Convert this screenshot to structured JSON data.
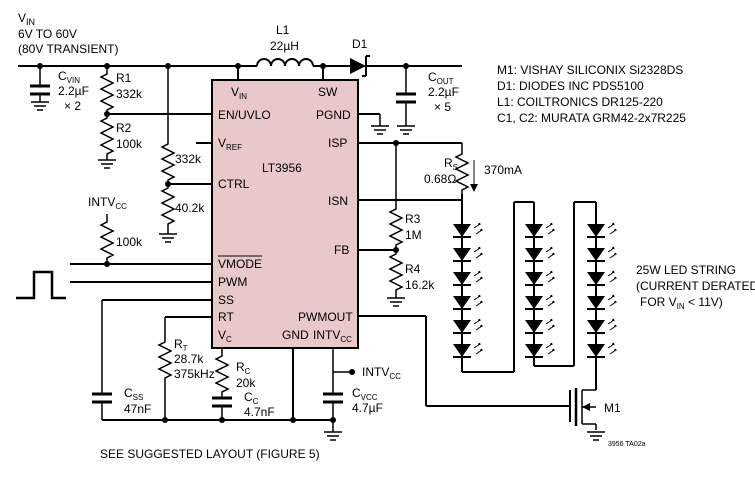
{
  "input": {
    "vin": "V",
    "vin_sub": "IN",
    "range": "6V TO 60V",
    "transient": "(80V TRANSIENT)"
  },
  "cvin": {
    "name": "C",
    "sub": "VIN",
    "value": "2.2µF",
    "mult": "× 2"
  },
  "r1": {
    "name": "R1",
    "value": "332k"
  },
  "r2": {
    "name": "R2",
    "value": "100k"
  },
  "rdiv": {
    "top": "332k",
    "bottom": "40.2k"
  },
  "intv": {
    "name": "INTV",
    "sub": "CC",
    "value": "100k"
  },
  "l1": {
    "name": "L1",
    "value": "22µH"
  },
  "d1": {
    "name": "D1"
  },
  "cout": {
    "name": "C",
    "sub": "OUT",
    "value": "2.2µF",
    "mult": "× 5"
  },
  "ic": {
    "name": "LT3956",
    "pins": {
      "vin": "V",
      "vin_sub": "IN",
      "sw": "SW",
      "enuvlo": "EN/UVLO",
      "pgnd": "PGND",
      "vref": "V",
      "vref_sub": "REF",
      "isp": "ISP",
      "ctrl": "CTRL",
      "isn": "ISN",
      "fb": "FB",
      "vmode": "VMODE",
      "pwm": "PWM",
      "ss": "SS",
      "rt": "RT",
      "vc": "V",
      "vc_sub": "C",
      "pwmout": "PWMOUT",
      "gnd": "GND",
      "intvcc": "INTV",
      "intvcc_sub": "CC"
    }
  },
  "rs": {
    "name": "R",
    "sub": "S",
    "value": "0.68Ω",
    "current": "370mA"
  },
  "r3": {
    "name": "R3",
    "value": "1M"
  },
  "r4": {
    "name": "R4",
    "value": "16.2k"
  },
  "rt": {
    "name": "R",
    "sub": "T",
    "value": "28.7k",
    "freq": "375kHz"
  },
  "rc": {
    "name": "R",
    "sub": "C",
    "value": "20k"
  },
  "cc": {
    "name": "C",
    "sub": "C",
    "value": "4.7nF"
  },
  "css": {
    "name": "C",
    "sub": "SS",
    "value": "47nF"
  },
  "cvcc": {
    "name": "C",
    "sub": "VCC",
    "value": "4.7µF",
    "net": "INTV",
    "net_sub": "CC"
  },
  "m1": {
    "name": "M1"
  },
  "bom": [
    "M1: VISHAY SILICONIX Si2328DS",
    "D1: DIODES INC PDS5100",
    "L1: COILTRONICS DR125-220",
    "C1, C2: MURATA GRM42-2x7R225"
  ],
  "led": {
    "line1": "25W LED STRING",
    "line2": "(CURRENT DERATED",
    "line3": "FOR V",
    "line3_sub": "IN",
    "line3_end": " < 11V)"
  },
  "layout_note": "SEE SUGGESTED LAYOUT (FIGURE 5)",
  "code": "3956 TA02a"
}
